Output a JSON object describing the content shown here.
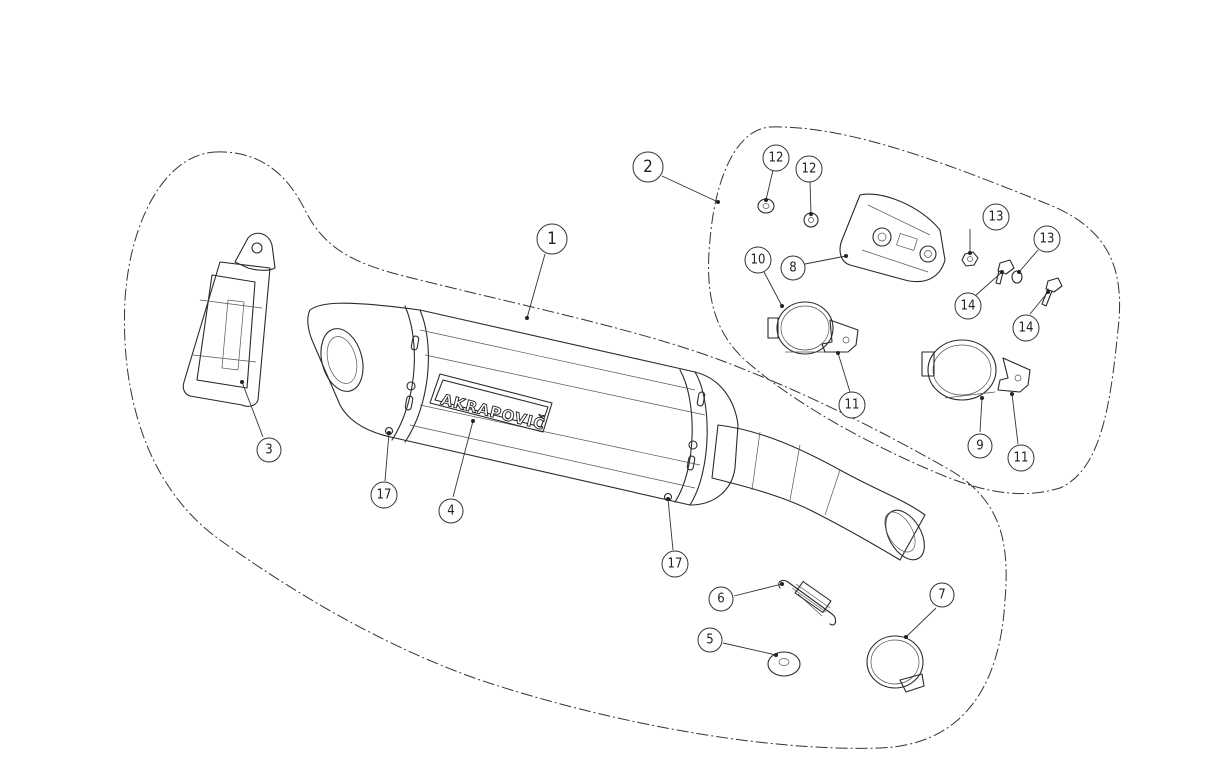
{
  "diagram": {
    "brand_logo_text": "AKRAPOVIČ",
    "callouts": {
      "c1": "1",
      "c2": "2",
      "c3": "3",
      "c4": "4",
      "c5": "5",
      "c6": "6",
      "c7": "7",
      "c8": "8",
      "c9": "9",
      "c10": "10",
      "c11a": "11",
      "c11b": "11",
      "c12a": "12",
      "c12b": "12",
      "c13a": "13",
      "c13b": "13",
      "c14a": "14",
      "c14b": "14",
      "c17a": "17",
      "c17b": "17"
    }
  }
}
